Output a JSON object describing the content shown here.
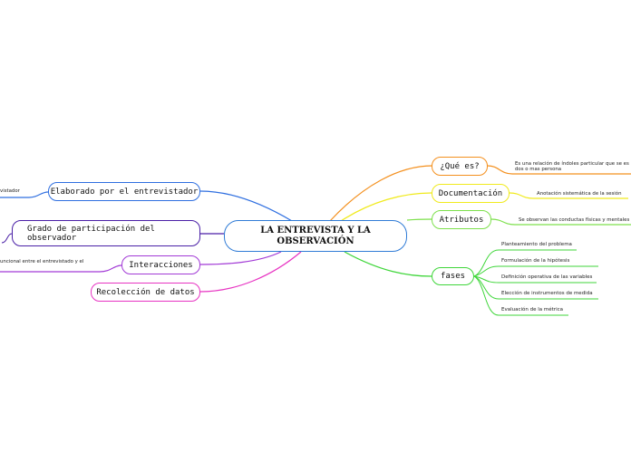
{
  "central": {
    "line1": "LA ENTREVISTA Y LA",
    "line2": "OBSERVACIÓN"
  },
  "right": {
    "que_es": {
      "label": "¿Qué es?",
      "detail_line1": "Es una relación de índoles particular que se es",
      "detail_line2": "dos o mas persona",
      "color": "#f4901e"
    },
    "documentacion": {
      "label": "Documentación",
      "detail": "Anotación sistemática de la sesión",
      "color": "#f0ea1c"
    },
    "atributos": {
      "label": "Atributos",
      "detail": "Se observan las conductas físicas y mentales",
      "color": "#7de04c"
    },
    "fases": {
      "label": "fases",
      "color": "#3fd63a",
      "items": [
        "Planteamiento del problema",
        "Formulación de la hipótesis",
        "Definición operativa de las variables",
        "Elección de instrumentos de medida",
        "Evaluación de la métrica"
      ]
    }
  },
  "left": {
    "elaborado": {
      "label": "Elaborado por el entrevistador",
      "detail": "vistador",
      "color": "#2f6fe0"
    },
    "grado": {
      "line1": "Grado de participación del",
      "line2": "observador",
      "color": "#4a1fa6"
    },
    "interacciones": {
      "label": "Interacciones",
      "detail": "uncional entre el entrevistado y el",
      "color": "#a23ad6"
    },
    "recoleccion": {
      "label": "Recolección de datos",
      "color": "#e733c2"
    }
  }
}
